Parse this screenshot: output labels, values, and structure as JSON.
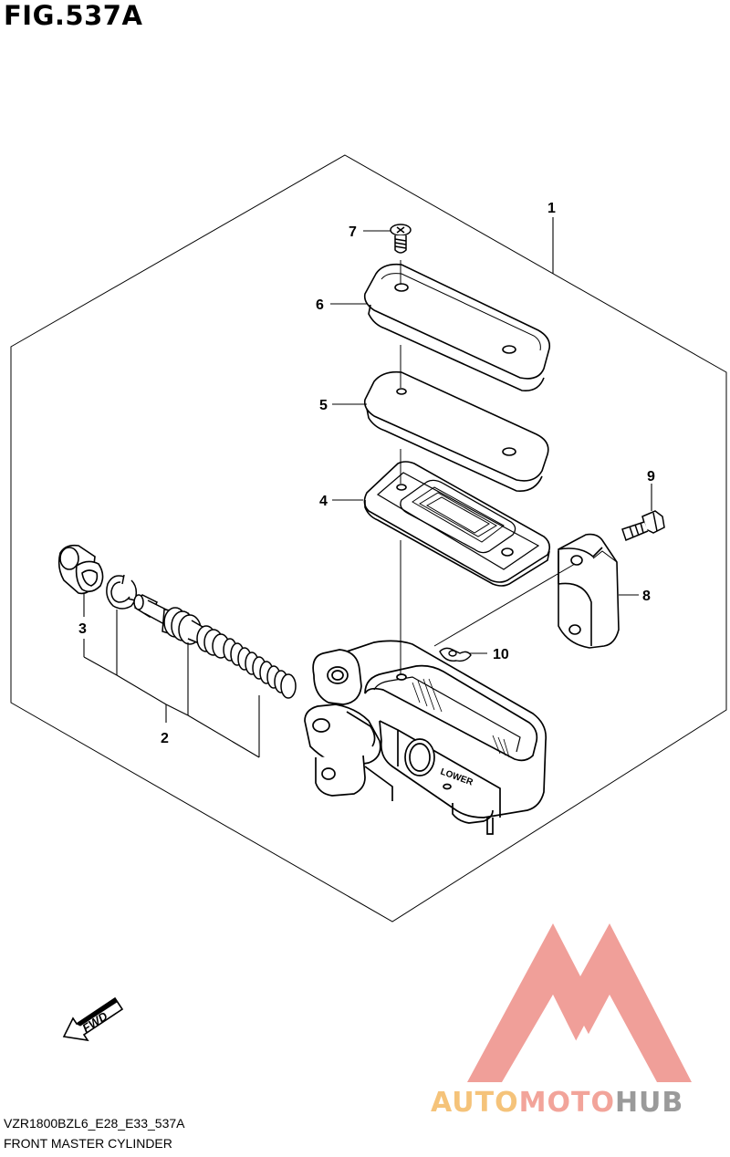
{
  "figure": {
    "title": "FIG.537A",
    "model_code": "VZR1800BZL6_E28_E33_537A",
    "part_group": "FRONT MASTER CYLINDER"
  },
  "callouts": [
    "1",
    "2",
    "3",
    "4",
    "5",
    "6",
    "7",
    "8",
    "9",
    "10"
  ],
  "markings": {
    "fwd": "FWD",
    "lower": "LOWER"
  },
  "watermark": {
    "brand_part1": "AUTO",
    "brand_part2": "MOTO",
    "brand_part3": "HUB",
    "colors": {
      "auto": "#f5c37a",
      "moto": "#f2a49a",
      "hub": "#9a9a9a",
      "logo": "#f09a94"
    }
  }
}
